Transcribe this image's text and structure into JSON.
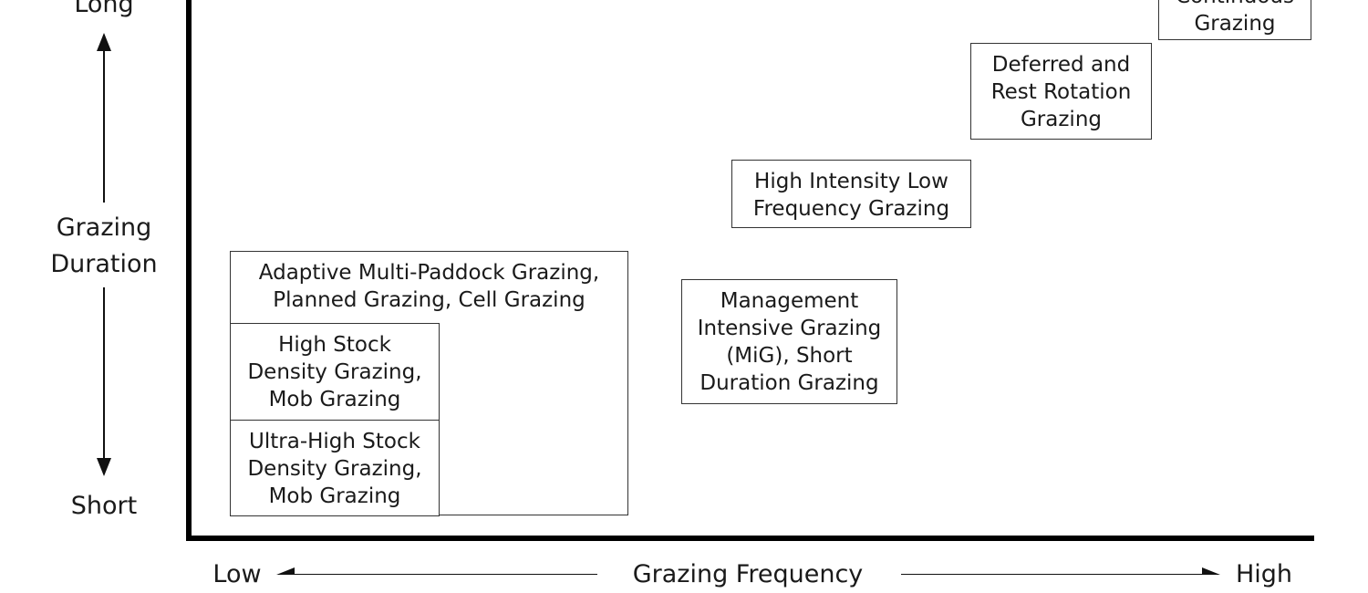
{
  "y_axis": {
    "title_line1": "Grazing",
    "title_line2": "Duration",
    "top_label": "Long",
    "bottom_label": "Short"
  },
  "x_axis": {
    "title": "Grazing Frequency",
    "left_label": "Low",
    "right_label": "High"
  },
  "boxes": {
    "continuous": "Continuous\nGrazing",
    "deferred": "Deferred and\nRest Rotation\nGrazing",
    "hilf": "High Intensity Low\nFrequency Grazing",
    "mig": "Management\nIntensive Grazing\n(MiG), Short\nDuration Grazing",
    "adaptive": "Adaptive Multi-Paddock Grazing,\nPlanned Grazing, Cell Grazing",
    "high_stock": "High Stock\nDensity Grazing,\nMob Grazing",
    "ultra_high": "Ultra-High Stock\nDensity Grazing,\nMob Grazing"
  }
}
